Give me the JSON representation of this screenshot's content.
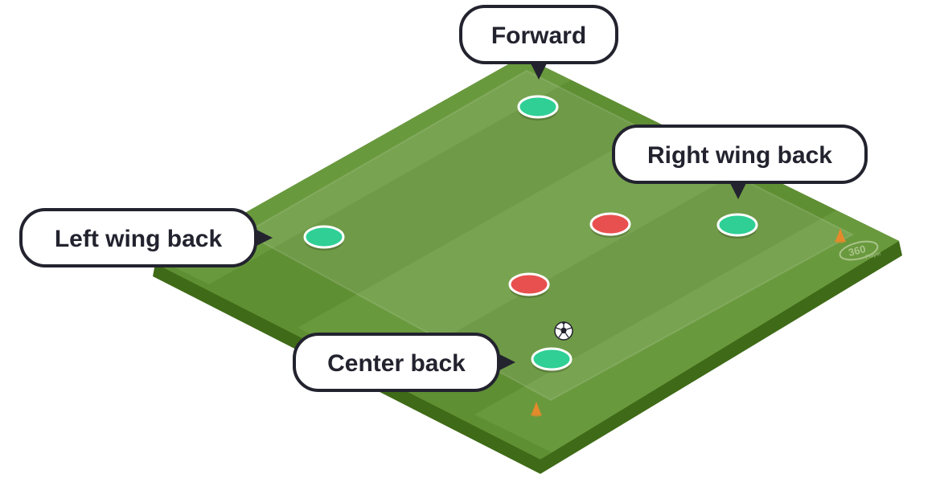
{
  "colors": {
    "pitch_edge": "#3f6a17",
    "pitch_top": "#5f8f33",
    "stripe_light": "#6e9c42",
    "stripe_dark": "#5a8a2e",
    "inner_field": "rgba(255,255,255,0.10)",
    "player_team_a": "#2fcf95",
    "player_team_b": "#e8504f",
    "player_outline": "#ffffff",
    "cone": "#e58a2a",
    "callout_fill": "#ffffff",
    "callout_stroke": "#23232f",
    "text": "#23232f",
    "logo": "#a9c48a"
  },
  "callouts": {
    "forward": "Forward",
    "right_wing_back": "Right wing back",
    "left_wing_back": "Left wing back",
    "center_back": "Center back"
  },
  "logo": {
    "number": "360",
    "word": "Player"
  },
  "icons": {
    "ball": "soccer-ball-icon",
    "cone": "training-cone-icon",
    "logo": "360player-logo"
  }
}
